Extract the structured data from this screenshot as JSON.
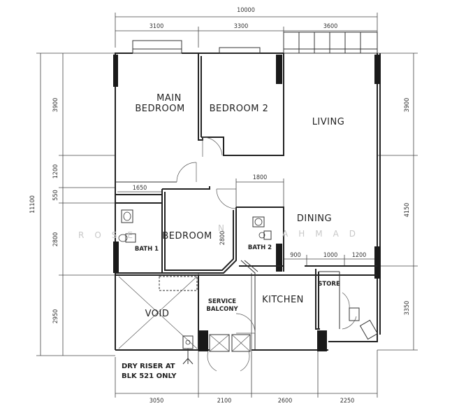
{
  "top_dims": {
    "overall": "10000",
    "d1": "3100",
    "d2": "3300",
    "d3": "3600"
  },
  "bottom_dims": {
    "d1": "3050",
    "d2": "2100",
    "d3": "2600",
    "d4": "2250"
  },
  "left_dims": {
    "overall": "11100",
    "d1": "3900",
    "d2": "1200",
    "d3": "550",
    "d4": "2800",
    "d5": "2950"
  },
  "right_dims": {
    "d1": "3900",
    "d2": "4150",
    "d3": "3350"
  },
  "inner_dims": {
    "d1650": "1650",
    "d1800": "1800",
    "d900": "900",
    "d1000": "1000",
    "d1200": "1200",
    "d2800": "2800"
  },
  "rooms": {
    "main_bedroom_1": "MAIN",
    "main_bedroom_2": "BEDROOM",
    "bedroom2": "BEDROOM 2",
    "living": "LIVING",
    "dining": "DINING",
    "bedroom": "BEDROOM",
    "bath1": "BATH 1",
    "bath2": "BATH 2",
    "void": "VOID",
    "service_1": "SERVICE",
    "service_2": "BALCONY",
    "kitchen": "KITCHEN",
    "store": "STORE"
  },
  "note": {
    "line1": "DRY RISER AT",
    "line2": "BLK 521 ONLY"
  },
  "watermark": {
    "left": "ROSE",
    "right": "AHMAD",
    "mid": "N"
  }
}
